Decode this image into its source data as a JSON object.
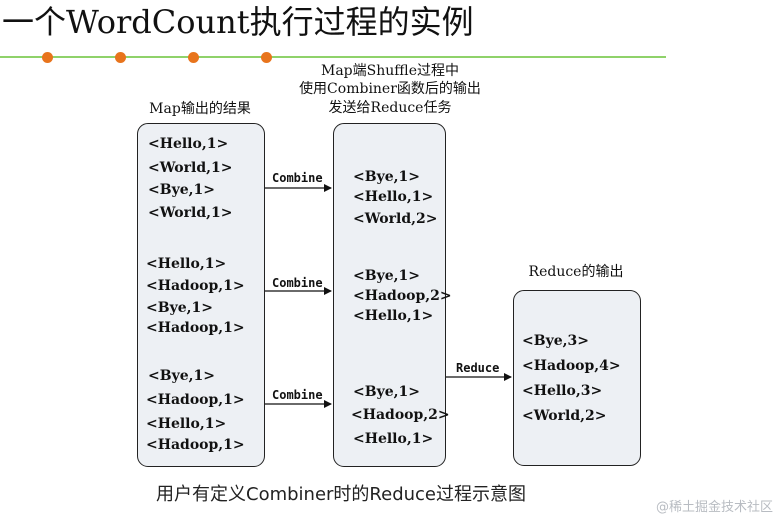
{
  "title": "一个WordCount执行过程的实例",
  "map_output": {
    "caption": "Map输出的结果",
    "groups": [
      [
        "<Hello,1>",
        "<World,1>",
        "<Bye,1>",
        "<World,1>"
      ],
      [
        "<Hello,1>",
        "<Hadoop,1>",
        "<Bye,1>",
        "<Hadoop,1>"
      ],
      [
        "<Bye,1>",
        "<Hadoop,1>",
        "<Hello,1>",
        "<Hadoop,1>"
      ]
    ]
  },
  "shuffle": {
    "caption_lines": [
      "Map端Shuffle过程中",
      "使用Combiner函数后的输出",
      "发送给Reduce任务"
    ],
    "groups": [
      [
        "<Bye,1>",
        "<Hello,1>",
        "<World,2>"
      ],
      [
        "<Bye,1>",
        "<Hadoop,2>",
        "<Hello,1>"
      ],
      [
        "<Bye,1>",
        "<Hadoop,2>",
        "<Hello,1>"
      ]
    ]
  },
  "reduce_output": {
    "caption": "Reduce的输出",
    "items": [
      "<Bye,3>",
      "<Hadoop,4>",
      "<Hello,3>",
      "<World,2>"
    ]
  },
  "arrows": {
    "combine_labels": [
      "Combine",
      "Combine",
      "Combine"
    ],
    "reduce_label": "Reduce"
  },
  "footer": "用户有定义Combiner时的Reduce过程示意图",
  "watermark": "@稀土掘金技术社区",
  "colors": {
    "box_fill": "#edf0f4",
    "rule": "#8fd26a",
    "dots": "#e8741c"
  }
}
